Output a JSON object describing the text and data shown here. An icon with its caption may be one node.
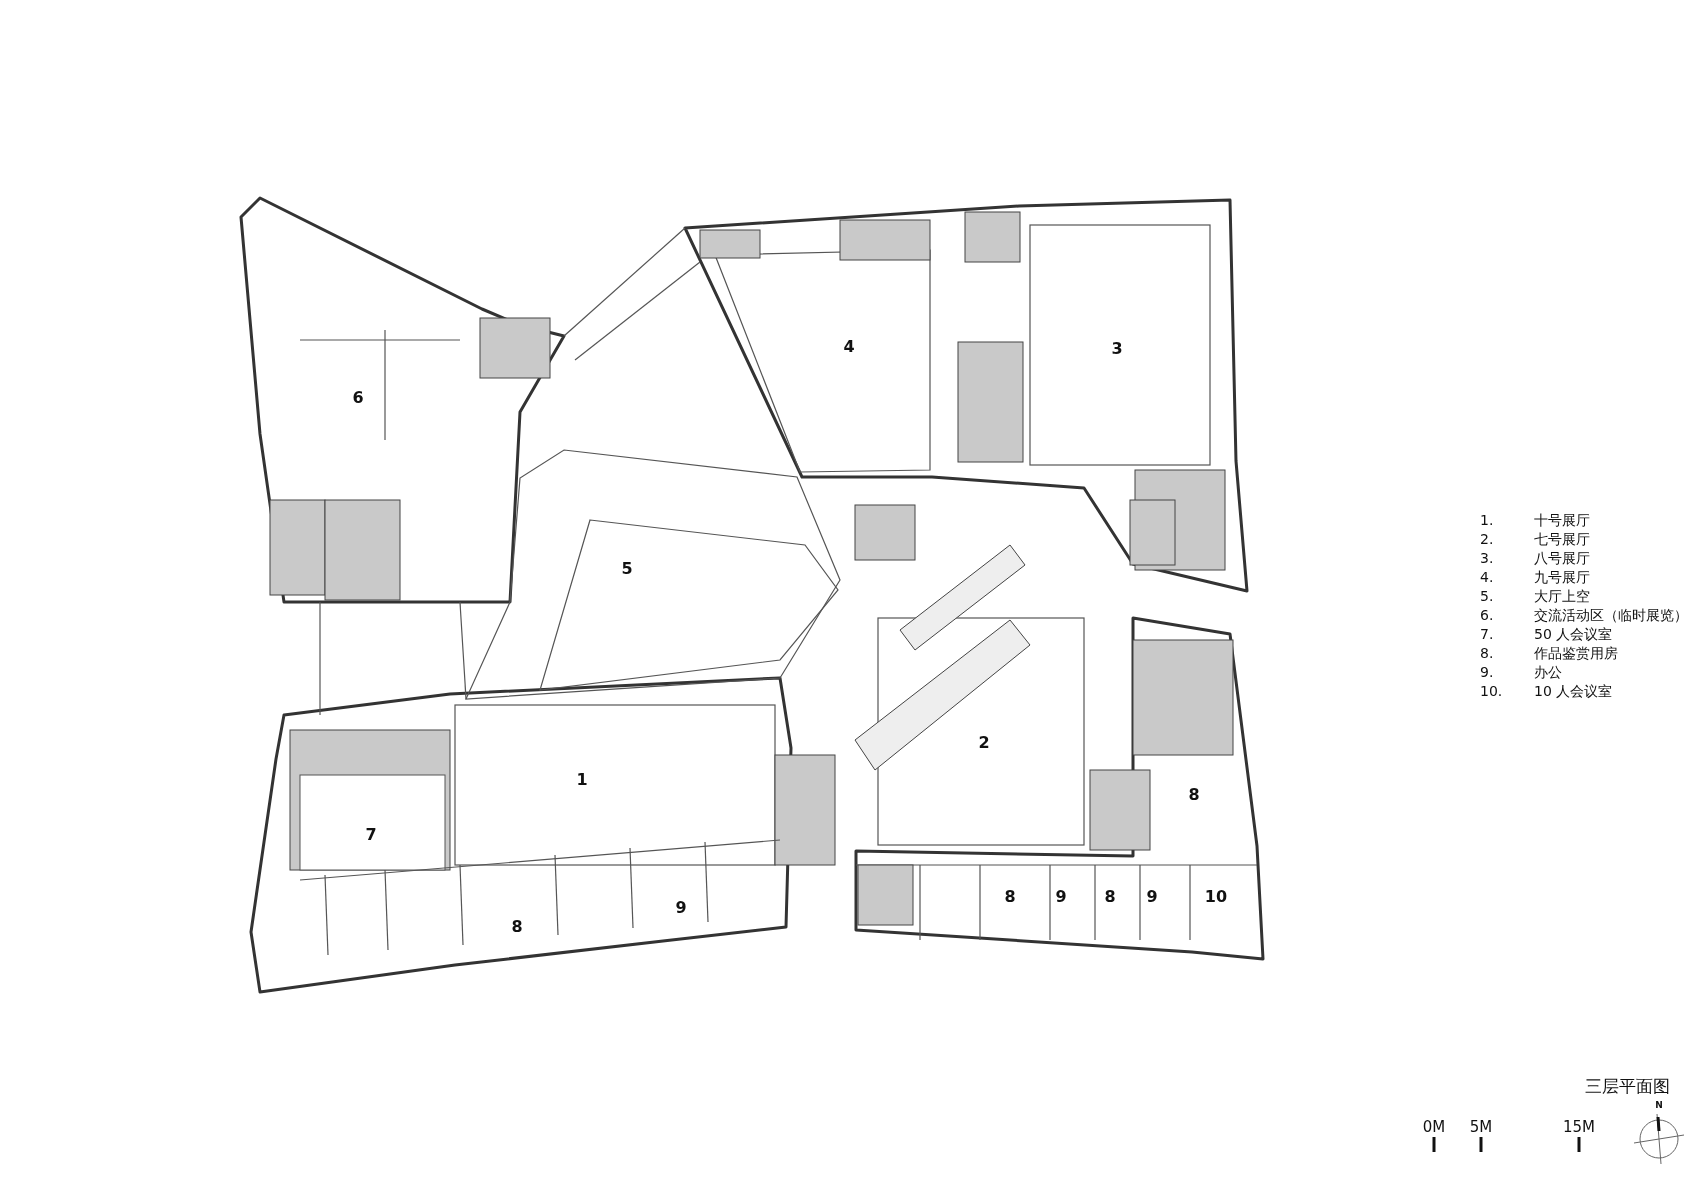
{
  "diagram": {
    "title": "三层平面图",
    "labels": [
      "4",
      "3",
      "6",
      "5",
      "2",
      "1",
      "8",
      "7",
      "8",
      "9",
      "8",
      "9",
      "10",
      "9",
      "8",
      "1.",
      "十号展厅",
      "2.",
      "七号展厅",
      "3.",
      "八号展厅",
      "4.",
      "九号展厅",
      "5.",
      "大厅上空",
      "6.",
      "交流活动区（临时展览）",
      "7.",
      "50 人会议室",
      "8.",
      "作品鉴赏用房",
      "9.",
      "办公",
      "10.",
      "10 人会议室",
      "0M",
      "5M",
      "15M",
      "N"
    ]
  }
}
